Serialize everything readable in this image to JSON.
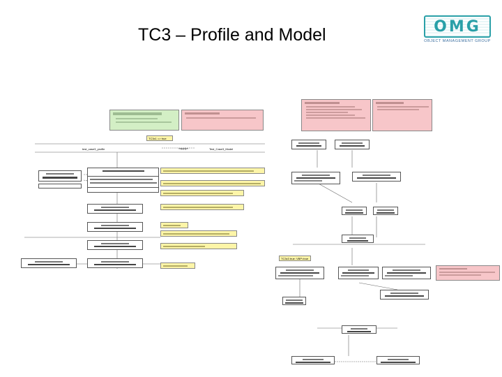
{
  "slide": {
    "title": "TC3 – Profile and Model"
  },
  "logo": {
    "mark": "OMG",
    "tagline": "OBJECT MANAGEMENT GROUP",
    "color": "#2aa0a8"
  },
  "colors": {
    "green_note": "#d3efc5",
    "pink_note": "#f7c6c9",
    "yellow_note": "#fdf5a8"
  },
  "diagram": {
    "packages": {
      "profile": "test_case3_profile",
      "model": "Test_Case3_Model"
    },
    "dependency_label": "«apply»",
    "label_tc_a": "TC3x1 => true",
    "label_tc_b": "TC3x3 true: VBP=true"
  }
}
